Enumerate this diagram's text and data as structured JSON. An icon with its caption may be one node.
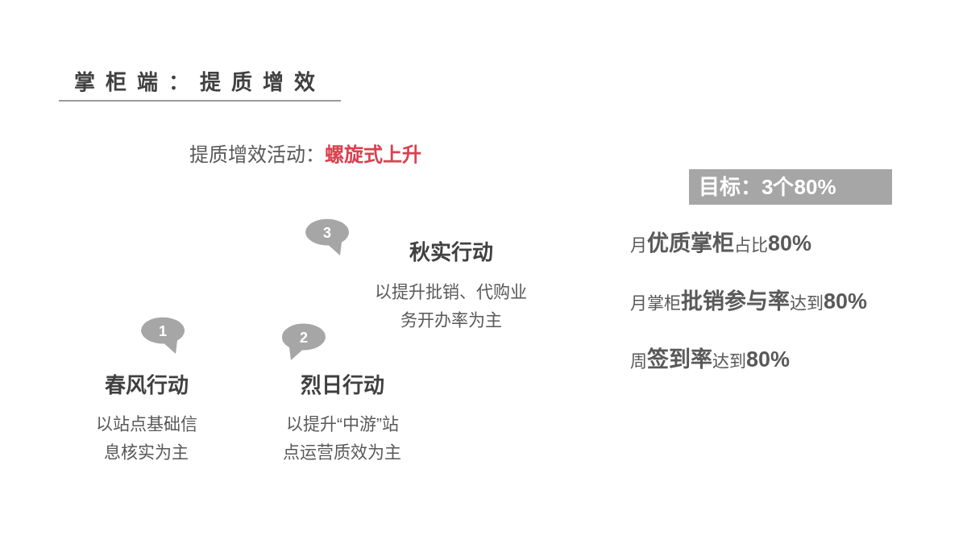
{
  "diagram": {
    "title": "掌柜端：提质增效",
    "nodes": [
      {
        "text": [
          "1"
        ],
        "beside": [
          "春风行动",
          "以站点基础信息核实为主"
        ]
      },
      {
        "text": [
          "2"
        ],
        "beside": [
          "烈日行动",
          "以提升“中游”站点运营质效为主"
        ]
      },
      {
        "text": [
          "3"
        ],
        "beside": [
          "秋实行动",
          "以提升批销、代购业务开办率为主"
        ]
      },
      {
        "text": [
          "目标：3个80%"
        ]
      }
    ],
    "edges": [],
    "labels": [
      "提质增效活动：**螺旋式上升**",
      "月**优质掌柜**占比**80%**",
      "月掌柜**批销参与率**达到**80%**",
      "周**签到率**达到**80%**"
    ]
  }
}
